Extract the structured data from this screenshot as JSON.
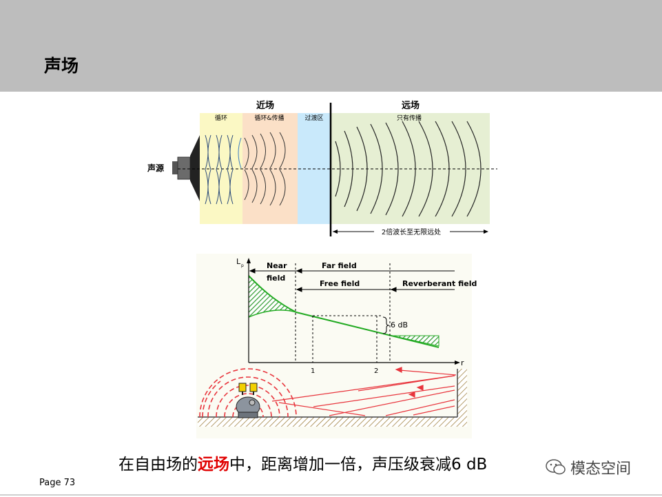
{
  "page": {
    "title": "声场",
    "page_number": "Page 73"
  },
  "top_figure": {
    "near_field_label": "近场",
    "far_field_label": "远场",
    "zone_circulation": "循环",
    "zone_circ_propagation": "循环&传播",
    "zone_transition": "过渡区",
    "zone_propagation_only": "只有传播",
    "source_label": "声源",
    "distance_label": "2倍波长至无限远处",
    "colors": {
      "yellow": "#fbf8c4",
      "peach": "#fbe0c7",
      "blue": "#c9e9fb",
      "green": "#e6efd3"
    }
  },
  "bottom_figure": {
    "y_axis_label": "L",
    "y_axis_sub": "p",
    "x_axis_label": "r",
    "near_field_line1": "Near",
    "near_field_line2": "field",
    "far_field": "Far field",
    "free_field": "Free field",
    "reverberant_field": "Reverberant field",
    "db_label": "6 dB",
    "tick_1": "1",
    "tick_2": "2",
    "colors": {
      "curve": "#22aa22",
      "hatch": "#2e9a2e",
      "rays": "#e8343c",
      "ground": "#9a7a35"
    }
  },
  "caption": {
    "before": "在自由场的",
    "highlight": "远场",
    "after": "中，距离增加一倍，声压级衰减6 dB"
  },
  "watermark": {
    "text": "模态空间",
    "icon": "wechat-icon"
  }
}
